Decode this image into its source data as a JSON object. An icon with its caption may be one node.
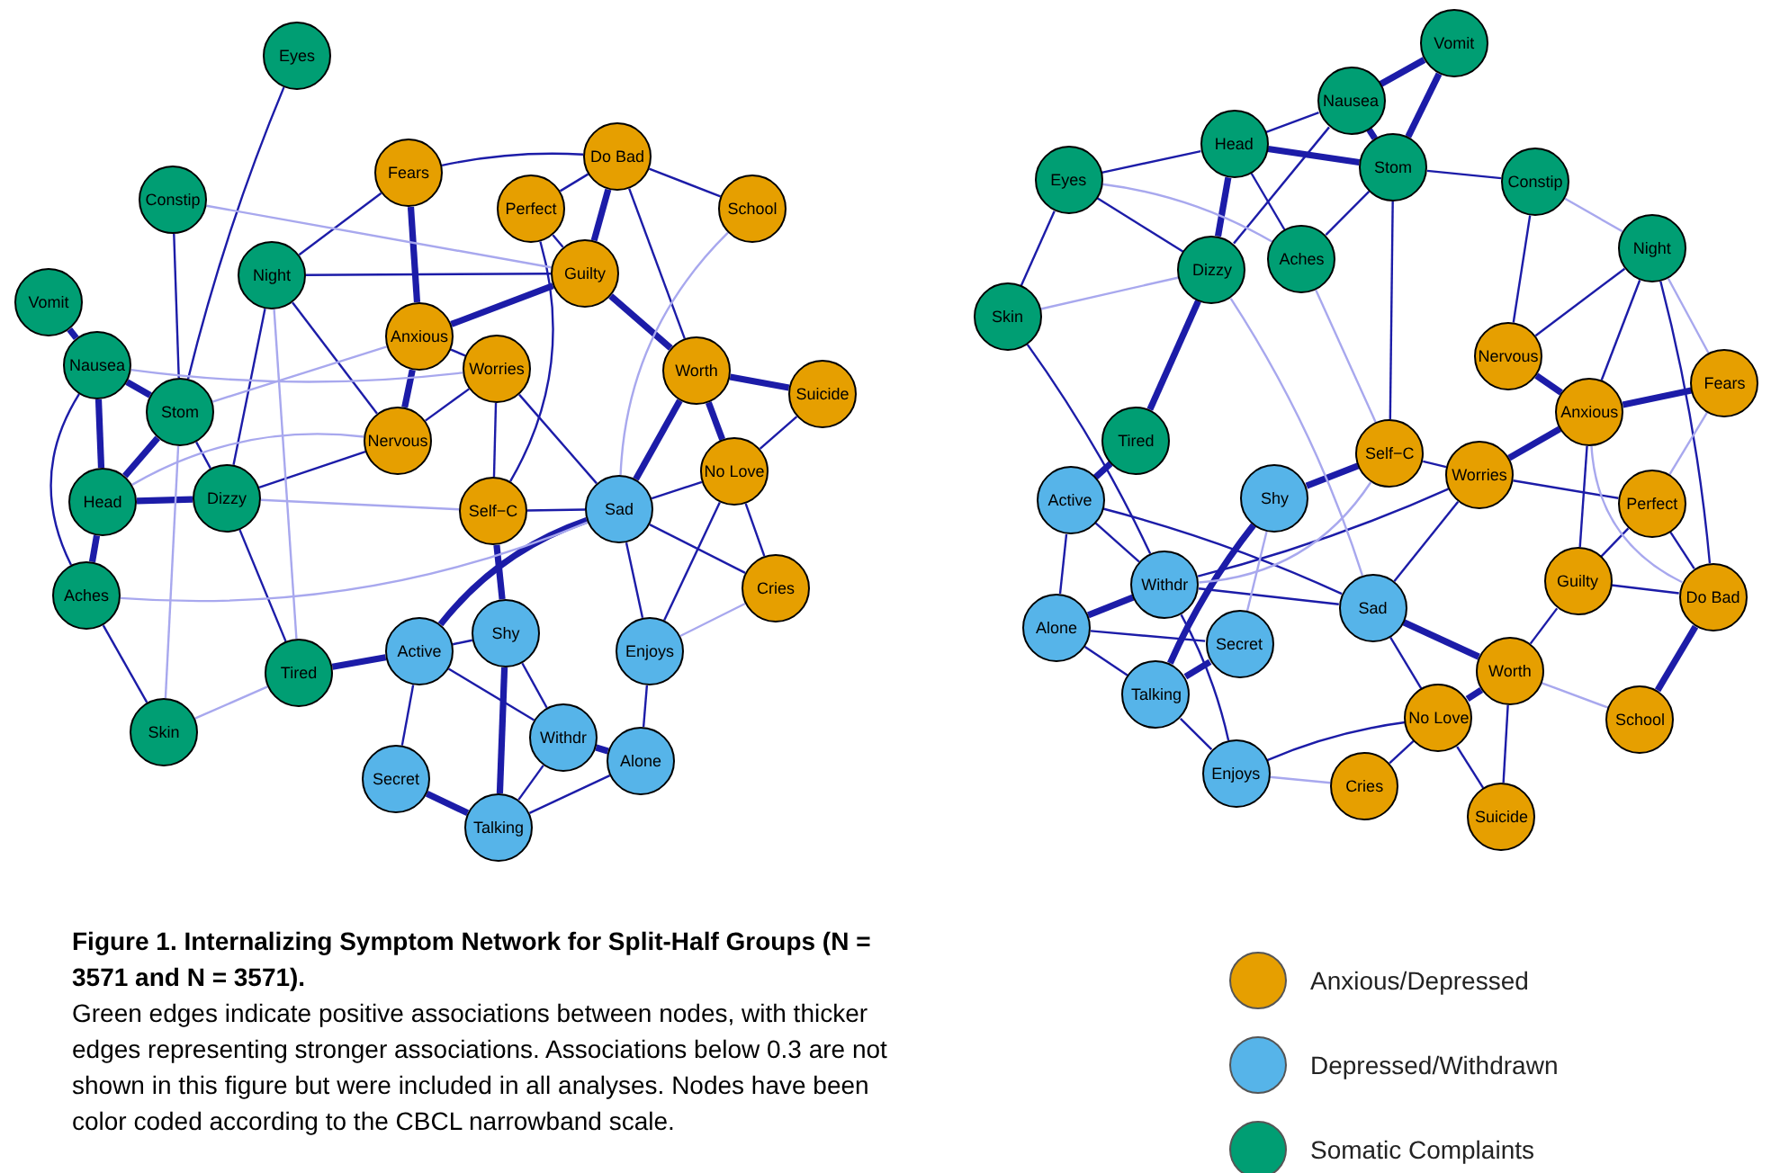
{
  "diagram": {
    "title": "Figure 1. Internalizing Symptom Network for Split-Half Groups (N = 3571 and N = 3571).",
    "caption": "Green edges indicate positive associations between nodes, with thicker edges representing stronger associations. Associations below 0.3 are not shown in this figure but were included in all analyses. Nodes have been color coded according to the CBCL narrowband scale.",
    "nodes": [
      {
        "text": [
          "Eyes"
        ]
      },
      {
        "text": [
          "Constip"
        ]
      },
      {
        "text": [
          "Night"
        ]
      },
      {
        "text": [
          "Vomit"
        ]
      },
      {
        "text": [
          "Nausea"
        ]
      },
      {
        "text": [
          "Stom"
        ]
      },
      {
        "text": [
          "Head"
        ]
      },
      {
        "text": [
          "Dizzy"
        ]
      },
      {
        "text": [
          "Aches"
        ]
      },
      {
        "text": [
          "Skin"
        ]
      },
      {
        "text": [
          "Tired"
        ]
      },
      {
        "text": [
          "Fears"
        ]
      },
      {
        "text": [
          "Do Bad"
        ]
      },
      {
        "text": [
          "Perfect"
        ]
      },
      {
        "text": [
          "School"
        ]
      },
      {
        "text": [
          "Guilty"
        ]
      },
      {
        "text": [
          "Anxious"
        ]
      },
      {
        "text": [
          "Worries"
        ]
      },
      {
        "text": [
          "Worth"
        ]
      },
      {
        "text": [
          "Suicide"
        ]
      },
      {
        "text": [
          "Nervous"
        ]
      },
      {
        "text": [
          "No Love"
        ]
      },
      {
        "text": [
          "Self−C"
        ]
      },
      {
        "text": [
          "Sad"
        ]
      },
      {
        "text": [
          "Cries"
        ]
      },
      {
        "text": [
          "Active"
        ]
      },
      {
        "text": [
          "Shy"
        ]
      },
      {
        "text": [
          "Enjoys"
        ]
      },
      {
        "text": [
          "Withdr"
        ]
      },
      {
        "text": [
          "Alone"
        ]
      },
      {
        "text": [
          "Secret"
        ]
      },
      {
        "text": [
          "Talking"
        ]
      },
      {
        "text": [
          "Vomit"
        ]
      },
      {
        "text": [
          "Nausea"
        ]
      },
      {
        "text": [
          "Head"
        ]
      },
      {
        "text": [
          "Stom"
        ]
      },
      {
        "text": [
          "Eyes"
        ]
      },
      {
        "text": [
          "Constip"
        ]
      },
      {
        "text": [
          "Night"
        ]
      },
      {
        "text": [
          "Dizzy"
        ]
      },
      {
        "text": [
          "Aches"
        ]
      },
      {
        "text": [
          "Skin"
        ]
      },
      {
        "text": [
          "Nervous"
        ]
      },
      {
        "text": [
          "Anxious"
        ]
      },
      {
        "text": [
          "Fears"
        ]
      },
      {
        "text": [
          "Tired"
        ]
      },
      {
        "text": [
          "Self−C"
        ]
      },
      {
        "text": [
          "Worries"
        ]
      },
      {
        "text": [
          "Active"
        ]
      },
      {
        "text": [
          "Shy"
        ]
      },
      {
        "text": [
          "Perfect"
        ]
      },
      {
        "text": [
          "Withdr"
        ]
      },
      {
        "text": [
          "Guilty"
        ]
      },
      {
        "text": [
          "Do Bad"
        ]
      },
      {
        "text": [
          "Sad"
        ]
      },
      {
        "text": [
          "Alone"
        ]
      },
      {
        "text": [
          "Secret"
        ]
      },
      {
        "text": [
          "Worth"
        ]
      },
      {
        "text": [
          "Talking"
        ]
      },
      {
        "text": [
          "No Love"
        ]
      },
      {
        "text": [
          "School"
        ]
      },
      {
        "text": [
          "Enjoys"
        ]
      },
      {
        "text": [
          "Cries"
        ]
      },
      {
        "text": [
          "Suicide"
        ]
      }
    ],
    "edges": [
      {
        "from": 3,
        "to": 4,
        "arrow": "none",
        "style": "thick"
      },
      {
        "from": 4,
        "to": 5,
        "arrow": "none",
        "style": "thick"
      },
      {
        "from": 5,
        "to": 6,
        "arrow": "none",
        "style": "thick"
      },
      {
        "from": 6,
        "to": 7,
        "arrow": "none",
        "style": "thick"
      },
      {
        "from": 6,
        "to": 8,
        "arrow": "none",
        "style": "thick"
      },
      {
        "from": 4,
        "to": 6,
        "arrow": "none",
        "style": "thick"
      },
      {
        "from": 16,
        "to": 20,
        "arrow": "none",
        "style": "thick"
      },
      {
        "from": 11,
        "to": 16,
        "arrow": "none",
        "style": "thick"
      },
      {
        "from": 12,
        "to": 15,
        "arrow": "none",
        "style": "thick"
      },
      {
        "from": 15,
        "to": 16,
        "arrow": "none",
        "style": "thick"
      },
      {
        "from": 18,
        "to": 19,
        "arrow": "none",
        "style": "thick"
      },
      {
        "from": 18,
        "to": 21,
        "arrow": "none",
        "style": "thick"
      },
      {
        "from": 18,
        "to": 23,
        "arrow": "none",
        "style": "thick"
      },
      {
        "from": 15,
        "to": 18,
        "arrow": "none",
        "style": "thick"
      },
      {
        "from": 22,
        "to": 26,
        "arrow": "none",
        "style": "thick"
      },
      {
        "from": 23,
        "to": 25,
        "arrow": "none",
        "style": "thick"
      },
      {
        "from": 10,
        "to": 25,
        "arrow": "none",
        "style": "thick"
      },
      {
        "from": 28,
        "to": 29,
        "arrow": "none",
        "style": "thick"
      },
      {
        "from": 30,
        "to": 31,
        "arrow": "none",
        "style": "thick"
      },
      {
        "from": 26,
        "to": 31,
        "arrow": "none",
        "style": "thick"
      },
      {
        "from": 0,
        "to": 5,
        "arrow": "none"
      },
      {
        "from": 1,
        "to": 5,
        "arrow": "none"
      },
      {
        "from": 2,
        "to": 15,
        "arrow": "none"
      },
      {
        "from": 2,
        "to": 11,
        "arrow": "none"
      },
      {
        "from": 11,
        "to": 12,
        "arrow": "none"
      },
      {
        "from": 12,
        "to": 14,
        "arrow": "none"
      },
      {
        "from": 12,
        "to": 13,
        "arrow": "none"
      },
      {
        "from": 13,
        "to": 22,
        "arrow": "none"
      },
      {
        "from": 13,
        "to": 15,
        "arrow": "none"
      },
      {
        "from": 12,
        "to": 18,
        "arrow": "none"
      },
      {
        "from": 19,
        "to": 21,
        "arrow": "none"
      },
      {
        "from": 21,
        "to": 23,
        "arrow": "none"
      },
      {
        "from": 21,
        "to": 24,
        "arrow": "none"
      },
      {
        "from": 21,
        "to": 27,
        "arrow": "none"
      },
      {
        "from": 23,
        "to": 27,
        "arrow": "none"
      },
      {
        "from": 25,
        "to": 26,
        "arrow": "none"
      },
      {
        "from": 25,
        "to": 28,
        "arrow": "none"
      },
      {
        "from": 26,
        "to": 28,
        "arrow": "none"
      },
      {
        "from": 27,
        "to": 29,
        "arrow": "none"
      },
      {
        "from": 28,
        "to": 31,
        "arrow": "none"
      },
      {
        "from": 29,
        "to": 31,
        "arrow": "none"
      },
      {
        "from": 25,
        "to": 30,
        "arrow": "none"
      },
      {
        "from": 7,
        "to": 10,
        "arrow": "none"
      },
      {
        "from": 8,
        "to": 9,
        "arrow": "none"
      },
      {
        "from": 20,
        "to": 7,
        "arrow": "none"
      },
      {
        "from": 17,
        "to": 20,
        "arrow": "none"
      },
      {
        "from": 16,
        "to": 17,
        "arrow": "none"
      },
      {
        "from": 17,
        "to": 22,
        "arrow": "none"
      },
      {
        "from": 17,
        "to": 23,
        "arrow": "none"
      },
      {
        "from": 22,
        "to": 23,
        "arrow": "none"
      },
      {
        "from": 2,
        "to": 20,
        "arrow": "none"
      },
      {
        "from": 2,
        "to": 7,
        "arrow": "none"
      },
      {
        "from": 5,
        "to": 7,
        "arrow": "none"
      },
      {
        "from": 4,
        "to": 8,
        "arrow": "none"
      },
      {
        "from": 24,
        "to": 23,
        "arrow": "none"
      },
      {
        "from": 1,
        "to": 15,
        "arrow": "none",
        "color": "#a8a8ee"
      },
      {
        "from": 4,
        "to": 17,
        "arrow": "none",
        "color": "#a8a8ee"
      },
      {
        "from": 2,
        "to": 10,
        "arrow": "none",
        "color": "#a8a8ee"
      },
      {
        "from": 8,
        "to": 23,
        "arrow": "none",
        "color": "#a8a8ee"
      },
      {
        "from": 9,
        "to": 10,
        "arrow": "none",
        "color": "#a8a8ee"
      },
      {
        "from": 9,
        "to": 5,
        "arrow": "none",
        "color": "#a8a8ee"
      },
      {
        "from": 14,
        "to": 23,
        "arrow": "none",
        "color": "#a8a8ee"
      },
      {
        "from": 6,
        "to": 20,
        "arrow": "none",
        "color": "#a8a8ee"
      },
      {
        "from": 24,
        "to": 27,
        "arrow": "none",
        "color": "#a8a8ee"
      },
      {
        "from": 5,
        "to": 16,
        "arrow": "none",
        "color": "#a8a8ee"
      },
      {
        "from": 7,
        "to": 22,
        "arrow": "none",
        "color": "#a8a8ee"
      },
      {
        "from": 32,
        "to": 33,
        "arrow": "none",
        "style": "thick"
      },
      {
        "from": 33,
        "to": 35,
        "arrow": "none",
        "style": "thick"
      },
      {
        "from": 34,
        "to": 35,
        "arrow": "none",
        "style": "thick"
      },
      {
        "from": 39,
        "to": 45,
        "arrow": "none",
        "style": "thick"
      },
      {
        "from": 45,
        "to": 48,
        "arrow": "none",
        "style": "thick"
      },
      {
        "from": 42,
        "to": 43,
        "arrow": "none",
        "style": "thick"
      },
      {
        "from": 43,
        "to": 44,
        "arrow": "none",
        "style": "thick"
      },
      {
        "from": 43,
        "to": 47,
        "arrow": "none",
        "style": "thick"
      },
      {
        "from": 46,
        "to": 49,
        "arrow": "none",
        "style": "thick"
      },
      {
        "from": 53,
        "to": 60,
        "arrow": "none",
        "style": "thick"
      },
      {
        "from": 54,
        "to": 57,
        "arrow": "none",
        "style": "thick"
      },
      {
        "from": 57,
        "to": 59,
        "arrow": "none",
        "style": "thick"
      },
      {
        "from": 51,
        "to": 55,
        "arrow": "none",
        "style": "thick"
      },
      {
        "from": 49,
        "to": 58,
        "arrow": "none",
        "style": "thick"
      },
      {
        "from": 56,
        "to": 58,
        "arrow": "none",
        "style": "thick"
      },
      {
        "from": 32,
        "to": 35,
        "arrow": "none",
        "style": "thick"
      },
      {
        "from": 34,
        "to": 39,
        "arrow": "none",
        "style": "thick"
      },
      {
        "from": 34,
        "to": 33,
        "arrow": "none"
      },
      {
        "from": 34,
        "to": 40,
        "arrow": "none"
      },
      {
        "from": 39,
        "to": 33,
        "arrow": "none"
      },
      {
        "from": 35,
        "to": 37,
        "arrow": "none"
      },
      {
        "from": 35,
        "to": 40,
        "arrow": "none"
      },
      {
        "from": 36,
        "to": 34,
        "arrow": "none"
      },
      {
        "from": 36,
        "to": 39,
        "arrow": "none"
      },
      {
        "from": 36,
        "to": 41,
        "arrow": "none"
      },
      {
        "from": 46,
        "to": 47,
        "arrow": "none"
      },
      {
        "from": 47,
        "to": 50,
        "arrow": "none"
      },
      {
        "from": 43,
        "to": 52,
        "arrow": "none"
      },
      {
        "from": 50,
        "to": 52,
        "arrow": "none"
      },
      {
        "from": 50,
        "to": 53,
        "arrow": "none"
      },
      {
        "from": 52,
        "to": 53,
        "arrow": "none"
      },
      {
        "from": 52,
        "to": 57,
        "arrow": "none"
      },
      {
        "from": 57,
        "to": 63,
        "arrow": "none"
      },
      {
        "from": 59,
        "to": 63,
        "arrow": "none"
      },
      {
        "from": 59,
        "to": 62,
        "arrow": "none"
      },
      {
        "from": 59,
        "to": 61,
        "arrow": "none"
      },
      {
        "from": 54,
        "to": 59,
        "arrow": "none"
      },
      {
        "from": 48,
        "to": 51,
        "arrow": "none"
      },
      {
        "from": 48,
        "to": 55,
        "arrow": "none"
      },
      {
        "from": 48,
        "to": 54,
        "arrow": "none"
      },
      {
        "from": 51,
        "to": 54,
        "arrow": "none"
      },
      {
        "from": 55,
        "to": 58,
        "arrow": "none"
      },
      {
        "from": 55,
        "to": 56,
        "arrow": "none"
      },
      {
        "from": 51,
        "to": 61,
        "arrow": "none"
      },
      {
        "from": 58,
        "to": 61,
        "arrow": "none"
      },
      {
        "from": 51,
        "to": 47,
        "arrow": "none"
      },
      {
        "from": 54,
        "to": 47,
        "arrow": "none"
      },
      {
        "from": 42,
        "to": 38,
        "arrow": "none"
      },
      {
        "from": 43,
        "to": 38,
        "arrow": "none"
      },
      {
        "from": 38,
        "to": 53,
        "arrow": "none"
      },
      {
        "from": 37,
        "to": 42,
        "arrow": "none"
      },
      {
        "from": 35,
        "to": 46,
        "arrow": "none"
      },
      {
        "from": 41,
        "to": 51,
        "arrow": "none"
      },
      {
        "from": 36,
        "to": 40,
        "arrow": "none",
        "color": "#a8a8ee"
      },
      {
        "from": 41,
        "to": 39,
        "arrow": "none",
        "color": "#a8a8ee"
      },
      {
        "from": 37,
        "to": 38,
        "arrow": "none",
        "color": "#a8a8ee"
      },
      {
        "from": 39,
        "to": 54,
        "arrow": "none",
        "color": "#a8a8ee"
      },
      {
        "from": 40,
        "to": 46,
        "arrow": "none",
        "color": "#a8a8ee"
      },
      {
        "from": 44,
        "to": 50,
        "arrow": "none",
        "color": "#a8a8ee"
      },
      {
        "from": 46,
        "to": 51,
        "arrow": "none",
        "color": "#a8a8ee"
      },
      {
        "from": 49,
        "to": 56,
        "arrow": "none",
        "color": "#a8a8ee"
      },
      {
        "from": 60,
        "to": 57,
        "arrow": "none",
        "color": "#a8a8ee"
      },
      {
        "from": 62,
        "to": 61,
        "arrow": "none",
        "color": "#a8a8ee"
      },
      {
        "from": 38,
        "to": 44,
        "arrow": "none",
        "color": "#a8a8ee"
      },
      {
        "from": 43,
        "to": 53,
        "arrow": "none",
        "color": "#a8a8ee"
      }
    ],
    "legend": [
      {
        "text": "Anxious/Depressed",
        "color": "#e69f00"
      },
      {
        "text": "Depressed/Withdrawn",
        "color": "#56b4e9"
      },
      {
        "text": "Somatic Complaints",
        "color": "#009e73"
      }
    ]
  }
}
